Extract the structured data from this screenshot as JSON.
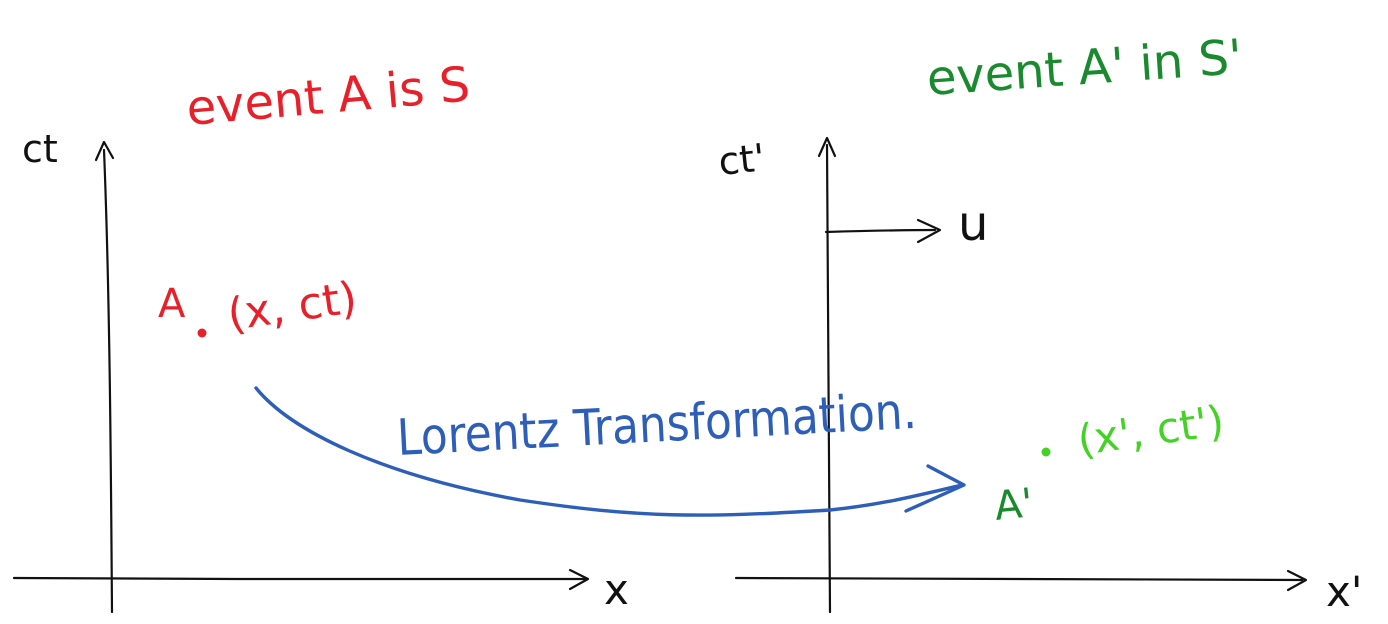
{
  "colors": {
    "frame_s": "#e8202a",
    "frame_s_prime": "#1a8a2e",
    "point_s_prime": "#44d226",
    "transform": "#2e5fb8",
    "axes": "#111111"
  },
  "frame_s": {
    "title": "event A is S",
    "ct_axis_label": "ct",
    "x_axis_label": "x",
    "event_label": "A",
    "event_coords": "(x, ct)"
  },
  "frame_s_prime": {
    "title": "event A' in S'",
    "ct_axis_label": "ct'",
    "x_axis_label": "x'",
    "velocity_label": "u",
    "event_label": "A'",
    "event_coords": "(x', ct')"
  },
  "transformation": {
    "label": "Lorentz Transformation."
  }
}
